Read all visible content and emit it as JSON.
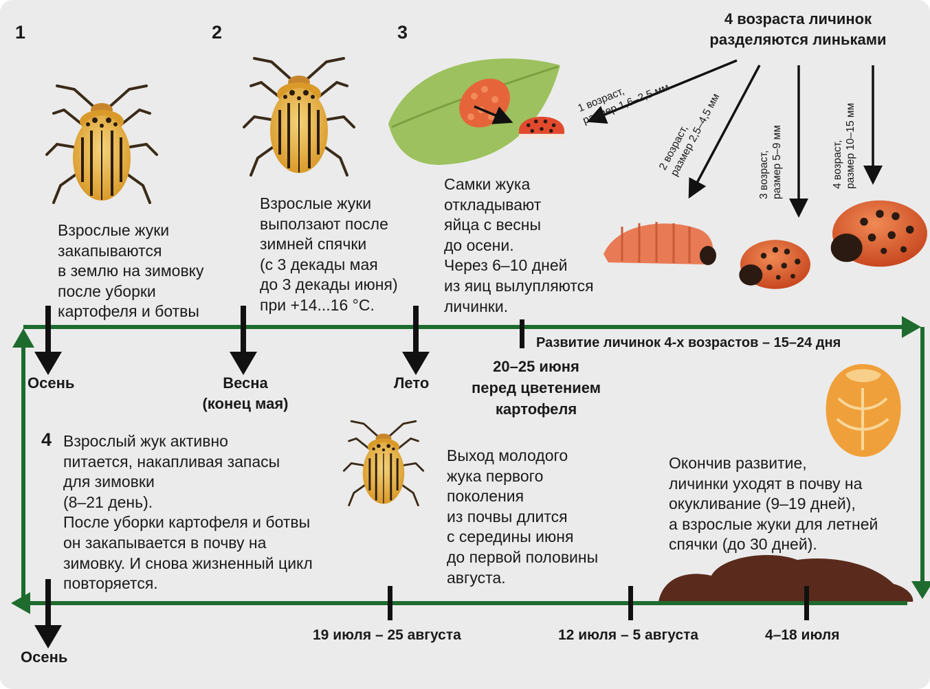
{
  "stages": [
    {
      "number": "1",
      "text": "Взрослые жуки\nзакапываются\nв землю на зимовку\nпосле уборки\nкартофеля и ботвы",
      "season": "Осень"
    },
    {
      "number": "2",
      "text": "Взрослые жуки\nвыползают после\nзимней спячки\n(с 3 декады мая\nдо 3 декады июня)\nпри +14...16 °С.",
      "season": "Весна\n(конец мая)"
    },
    {
      "number": "3",
      "text": "Самки жука\nоткладывают\nяйца с весны\nдо осени.\nЧерез 6–10 дней\nиз яиц вылупляются\nличинки.",
      "season": "Лето"
    },
    {
      "number": "4",
      "text": "Взрослый жук активно\nпитается, накапливая запасы\nдля зимовки\n(8–21 день).\nПосле уборки картофеля и ботвы\nон закапывается в почву на\nзимовку. И снова жизненный цикл\nповторяется.",
      "season": "Осень"
    }
  ],
  "larvae": {
    "heading": "4 возраста личинок\nразделяются линьками",
    "instars": [
      "1 возраст,\nразмер 1,6–2,5 мм",
      "2 возраст,\nразмер 2,5–4,5 мм",
      "3 возраст,\nразмер 5–9 мм",
      "4 возраст,\nразмер 10–15 мм"
    ],
    "development": "Развитие личинок 4-х возрастов – 15–24 дня"
  },
  "bloom_note": "20–25 июня\nперед цветением\nкартофеля",
  "young_beetle_text": "Выход молодого\nжука первого\nпоколения\nиз почвы длится\nс середины июня\nдо первой половины\nавгуста.",
  "pupation_text": "Окончив развитие,\nличинки уходят в почву на\nокукливание (9–19 дней),\nа взрослые жуки для летней\nспячки (до 30 дней).",
  "bottom_dates": [
    "19 июля – 25 августа",
    "12 июля – 5 августа",
    "4–18 июля"
  ],
  "colors": {
    "cycle_line": "#1e6b2e",
    "background": "#ebebeb",
    "beetle": "#e7b545",
    "larva": "#e2633a",
    "leaf": "#9cc15e",
    "soil": "#5a2b1c"
  }
}
